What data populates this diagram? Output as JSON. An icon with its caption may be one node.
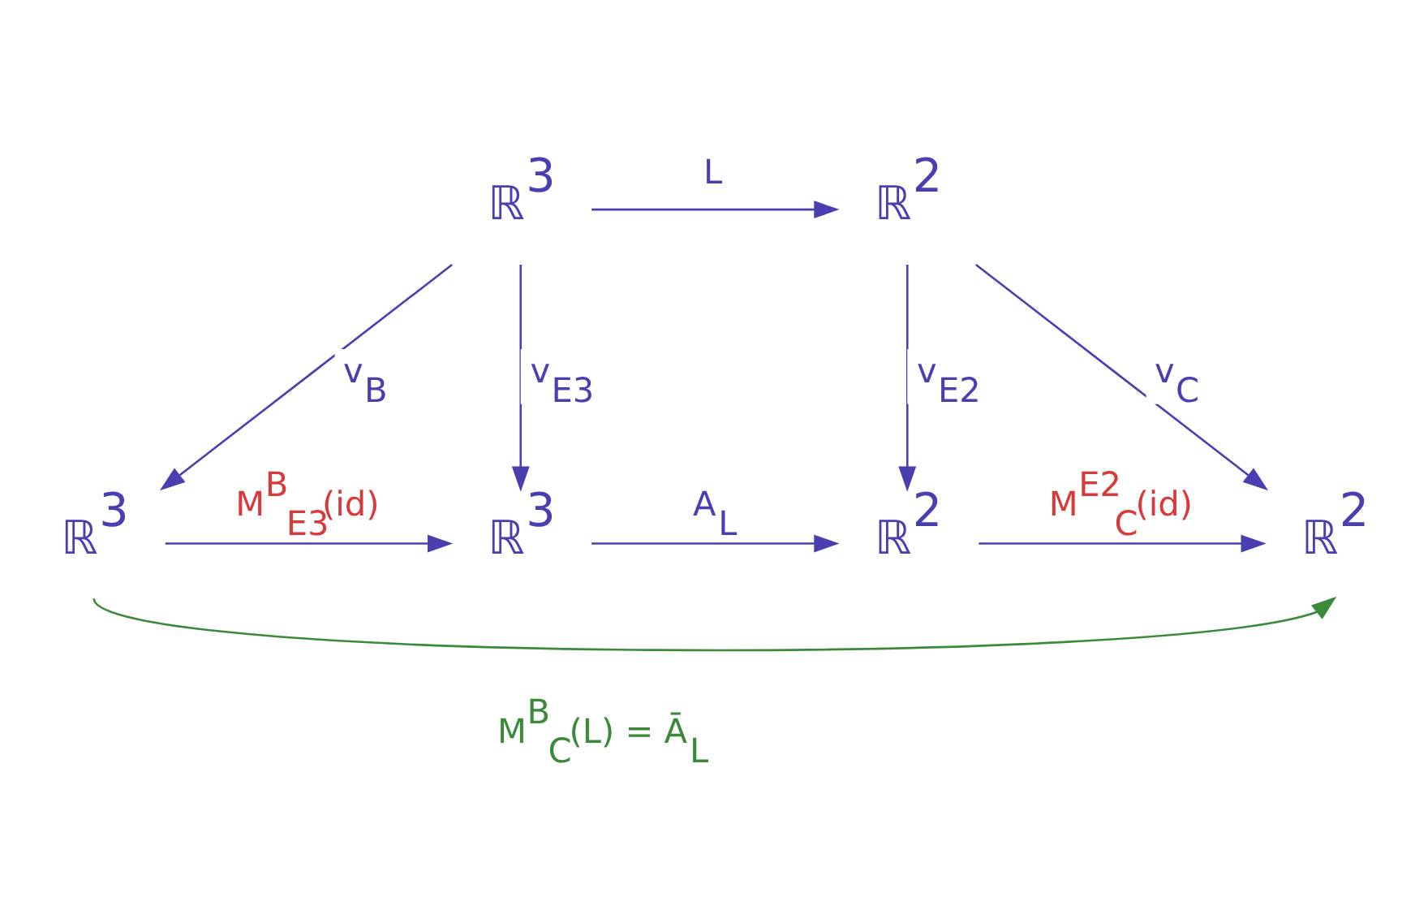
{
  "diagram": {
    "nodes": [
      {
        "text": [
          "ℝ$^{3}$"
        ]
      },
      {
        "text": [
          "ℝ$^{2}$"
        ]
      },
      {
        "text": [
          "ℝ$^{3}$"
        ]
      },
      {
        "text": [
          "ℝ$^{3}$"
        ]
      },
      {
        "text": [
          "ℝ$^{2}$"
        ]
      },
      {
        "text": [
          "ℝ$^{2}$"
        ]
      }
    ],
    "edges": [
      {
        "from": 0,
        "to": 1,
        "arrow": "to",
        "label": "L"
      },
      {
        "from": 0,
        "to": 2,
        "arrow": "to",
        "label": "v$_{B}$"
      },
      {
        "from": 0,
        "to": 3,
        "arrow": "to",
        "label": "v$_{E3}$"
      },
      {
        "from": 1,
        "to": 4,
        "arrow": "to",
        "label": "v$_{E2}$"
      },
      {
        "from": 1,
        "to": 5,
        "arrow": "to",
        "label": "v$_{C}$"
      },
      {
        "from": 2,
        "to": 3,
        "arrow": "to",
        "label": "M$^{B}$$_{E3}$(id)"
      },
      {
        "from": 3,
        "to": 4,
        "arrow": "to",
        "label": "A$_{L}$"
      },
      {
        "from": 4,
        "to": 5,
        "arrow": "to",
        "label": "M$^{E2}$$_{C}$(id)"
      },
      {
        "from": 2,
        "to": 5,
        "arrow": "to",
        "label": "M$^{B}$$_{C}$(L) = Ā$_{L}$",
        "color": "#3a8a3a"
      }
    ]
  }
}
